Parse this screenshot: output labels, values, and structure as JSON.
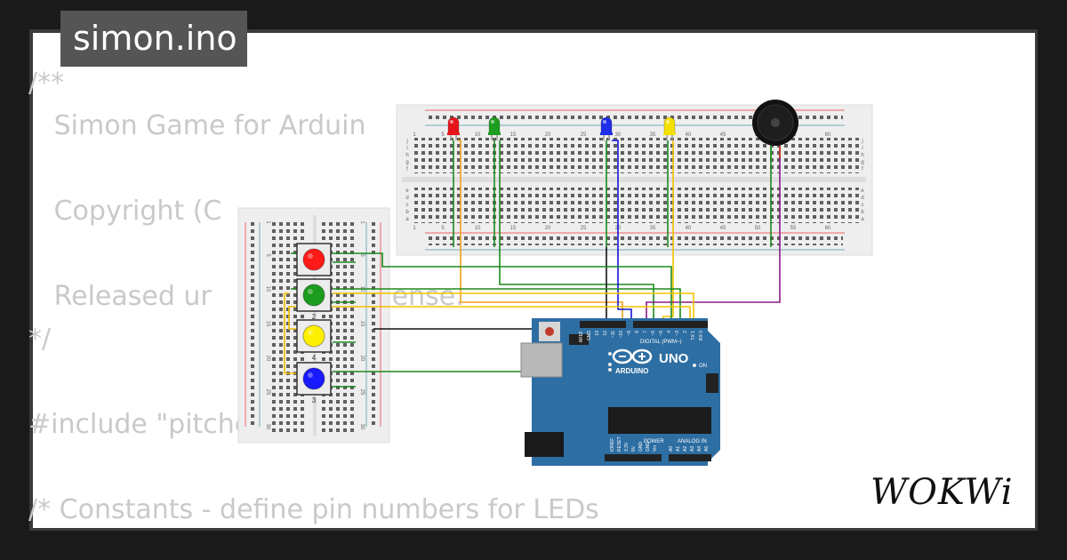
{
  "project": {
    "title": "simon.ino"
  },
  "code_lines": [
    "/**",
    "   Simon Game for Arduin",
    "",
    "   Copyright (C",
    "",
    "   Released ur              T License.",
    "*/",
    "",
    "#include \"pitches.h\"",
    "",
    "/* Constants - define pin numbers for LEDs"
  ],
  "breadboard_main": {
    "column_labels": [
      "1",
      "5",
      "10",
      "15",
      "20",
      "25",
      "30",
      "35",
      "40",
      "45",
      "50",
      "55",
      "60"
    ],
    "row_labels": [
      "j",
      "i",
      "h",
      "g",
      "f",
      "e",
      "d",
      "c",
      "b",
      "a"
    ]
  },
  "breadboard_side": {
    "row_labels": [
      "1",
      "5",
      "10",
      "15",
      "20",
      "25",
      "30"
    ],
    "button_labels": [
      "1",
      "2",
      "4",
      "3"
    ]
  },
  "components": {
    "leds": [
      {
        "name": "red-led",
        "color": "#e8141c"
      },
      {
        "name": "green-led",
        "color": "#1e9e1e"
      },
      {
        "name": "blue-led",
        "color": "#1f2ee8"
      },
      {
        "name": "yellow-led",
        "color": "#f4e000"
      }
    ],
    "buttons": [
      {
        "name": "red-button",
        "color": "#ff1a1a"
      },
      {
        "name": "green-button",
        "color": "#1c9c1c"
      },
      {
        "name": "yellow-button",
        "color": "#ffef00"
      },
      {
        "name": "blue-button",
        "color": "#1a1aff"
      }
    ],
    "buzzer": "buzzer"
  },
  "arduino": {
    "model_label": "UNO",
    "brand_label": "ARDUINO",
    "digital_label": "DIGITAL (PWM~)",
    "power_label": "POWER",
    "analog_label": "ANALOG IN",
    "on_label": "ON",
    "board_color": "#2d6ea3",
    "digital_pins": [
      "AREF",
      "GND",
      "13",
      "12",
      "~11",
      "~10",
      "~9",
      "8",
      "7",
      "~6",
      "~5",
      "4",
      "~3",
      "2",
      "TX 1",
      "RX 0"
    ],
    "power_pins": [
      "IOREF",
      "RESET",
      "3.3V",
      "5V",
      "GND",
      "GND",
      "Vin"
    ],
    "analog_pins": [
      "A0",
      "A1",
      "A2",
      "A3",
      "A4",
      "A5"
    ]
  },
  "wire_colors": {
    "green": "#1b8a1b",
    "yellow": "#f2c200",
    "blue": "#1414d6",
    "black": "#111111",
    "purple": "#8a1a8a",
    "orange": "#f0a020"
  },
  "brand": {
    "logo_text": "WOKWi"
  }
}
